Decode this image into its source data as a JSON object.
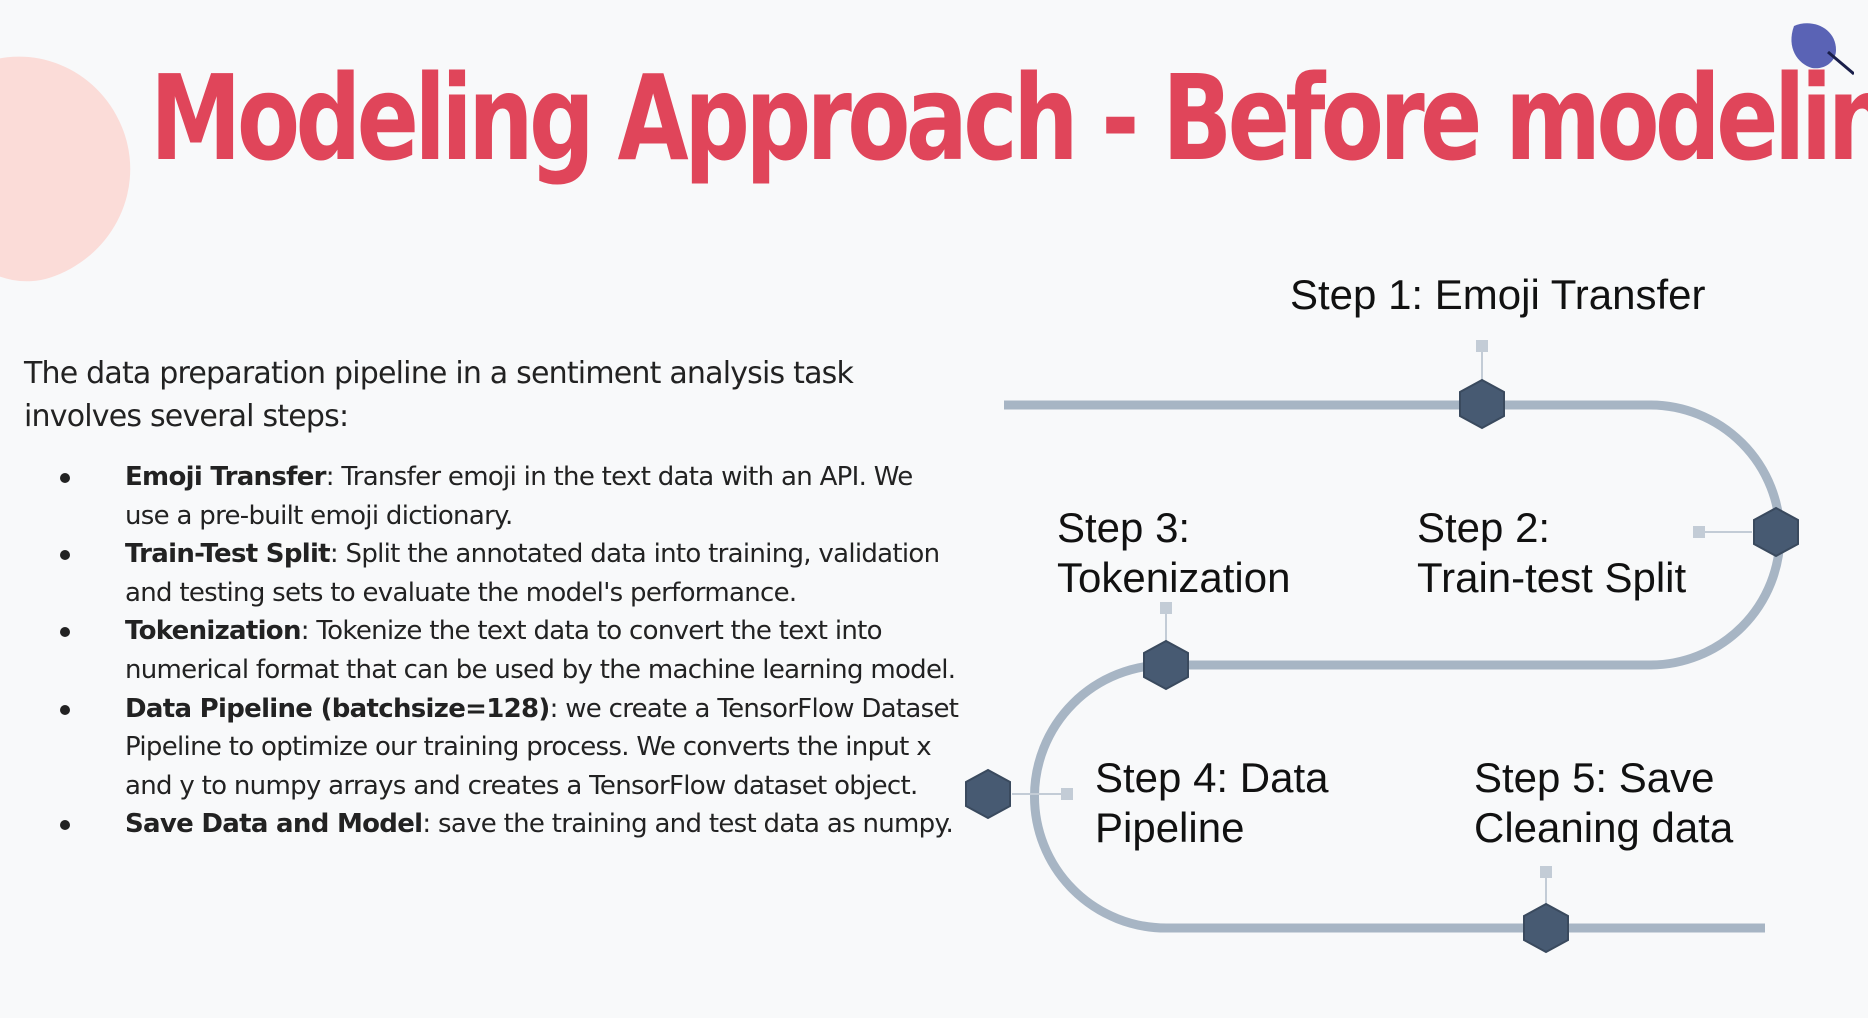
{
  "title": "Modeling Approach - Before modeling",
  "intro": "The data preparation pipeline in a sentiment analysis task involves several steps:",
  "bullets": [
    {
      "term": "Emoji Transfer",
      "text": ": Transfer emoji in the text data with an API. We use a pre-built emoji dictionary."
    },
    {
      "term": "Train-Test Split",
      "text": ": Split the annotated data into training, validation and testing sets to evaluate the model's performance."
    },
    {
      "term": "Tokenization",
      "text": ": Tokenize the text data to convert the text into numerical format that can be used by the machine learning model."
    },
    {
      "term": "Data Pipeline (batchsize=128)",
      "text": ": we create a TensorFlow Dataset Pipeline to optimize our training process. We converts the input x and y to numpy arrays and creates a TensorFlow dataset object."
    },
    {
      "term": "Save Data and Model",
      "text": ": save the training and test data as numpy."
    }
  ],
  "steps": {
    "step1": {
      "line1": "Step 1: Emoji Transfer"
    },
    "step2": {
      "line1": "Step 2:",
      "line2": "Train-test Split"
    },
    "step3": {
      "line1": "Step 3:",
      "line2": "Tokenization"
    },
    "step4": {
      "line1": "Step 4: Data",
      "line2": "Pipeline"
    },
    "step5": {
      "line1": "Step 5: Save",
      "line2": "Cleaning data"
    }
  },
  "colors": {
    "title": "#e0455a",
    "road": "#a7b5c4",
    "hexagon": "#475a72",
    "connector": "#c3ccd6",
    "blob": "#fbdcd8",
    "leaf": "#5a63b5"
  },
  "icons": {
    "leaf": "leaf-icon",
    "hexagon": "hexagon-marker-icon"
  }
}
